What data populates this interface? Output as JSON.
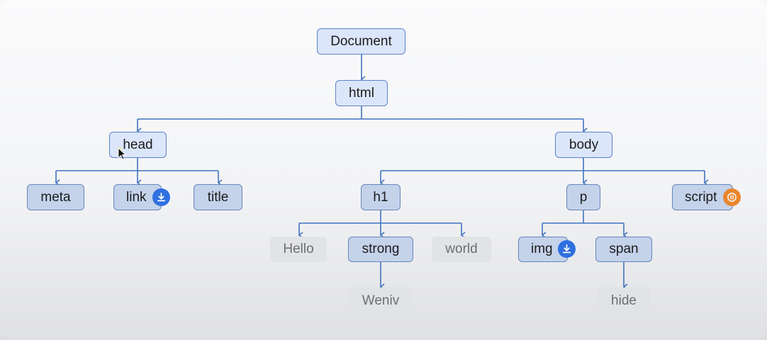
{
  "nodes": {
    "document": "Document",
    "html": "html",
    "head": "head",
    "body": "body",
    "meta": "meta",
    "link": "link",
    "title": "title",
    "h1": "h1",
    "p": "p",
    "script": "script",
    "hello": "Hello",
    "strong": "strong",
    "world": "world",
    "img": "img",
    "span": "span",
    "weniv": "Weniv",
    "hide": "hide"
  },
  "icons": {
    "link_badge": "download-icon",
    "img_badge": "download-icon",
    "script_badge": "pause-icon"
  },
  "colors": {
    "edge": "#3f73c0",
    "node_fill_light": "#dce6fb",
    "node_fill_mid": "#c4d2ea",
    "text_node_fill": "#e2e3e5",
    "badge_blue": "#2f6fe0",
    "badge_orange": "#e8862e"
  }
}
